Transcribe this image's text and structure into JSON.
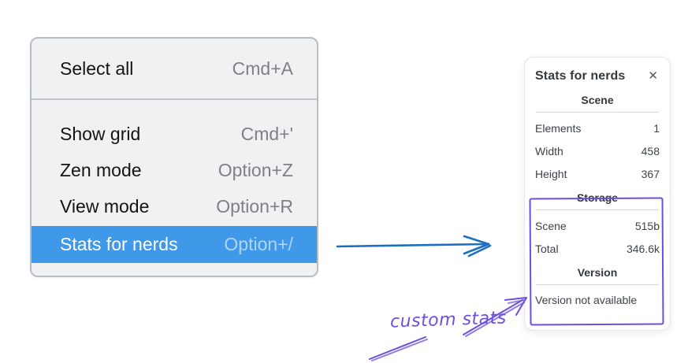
{
  "colors": {
    "menu_highlight": "#3f99e8",
    "arrow_blue": "#1b6fc2",
    "annotation_purple": "#6d4fe0"
  },
  "context_menu": {
    "groups": [
      {
        "items": [
          {
            "label": "Select all",
            "shortcut": "Cmd+A"
          }
        ]
      },
      {
        "items": [
          {
            "label": "Show grid",
            "shortcut": "Cmd+'"
          },
          {
            "label": "Zen mode",
            "shortcut": "Option+Z"
          },
          {
            "label": "View mode",
            "shortcut": "Option+R"
          },
          {
            "label": "Stats for nerds",
            "shortcut": "Option+/",
            "highlighted": true
          }
        ]
      }
    ]
  },
  "stats_panel": {
    "title": "Stats for nerds",
    "close_icon": "✕",
    "scene_section": {
      "heading": "Scene",
      "rows": [
        {
          "label": "Elements",
          "value": "1"
        },
        {
          "label": "Width",
          "value": "458"
        },
        {
          "label": "Height",
          "value": "367"
        }
      ]
    },
    "storage_section": {
      "heading": "Storage",
      "rows": [
        {
          "label": "Scene",
          "value": "515b"
        },
        {
          "label": "Total",
          "value": "346.6k"
        }
      ]
    },
    "version_section": {
      "heading": "Version",
      "note": "Version not available"
    }
  },
  "annotation": {
    "label": "custom stats"
  }
}
